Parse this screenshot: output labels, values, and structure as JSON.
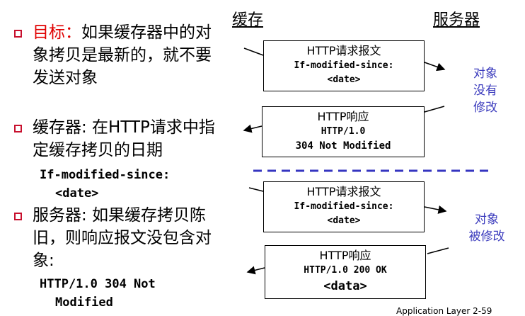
{
  "headers": {
    "cache": "缓存",
    "server": "服务器"
  },
  "bullet1": {
    "label": "目标：",
    "line1": "如果缓存器中的对",
    "line2": "象拷贝是最新的，就不要",
    "line3": "发送对象"
  },
  "bullet2": {
    "line1": "缓存器: 在HTTP请求中指",
    "line2": "定缓存拷贝的日期",
    "code1": "If-modified-since:",
    "code2": "<date>"
  },
  "bullet3": {
    "line1": "服务器: 如果缓存拷贝陈",
    "line2": "旧，则响应报文没包含对",
    "line3": "象:",
    "code1": "HTTP/1.0 304 Not",
    "code2": "Modified"
  },
  "box1": {
    "title": "HTTP请求报文",
    "line1": "If-modified-since:",
    "line2": "<date>"
  },
  "box2": {
    "title": "HTTP响应",
    "line1": "HTTP/1.0",
    "line2": "304 Not Modified"
  },
  "box3": {
    "title": "HTTP请求报文",
    "line1": "If-modified-since:",
    "line2": "<date>"
  },
  "box4": {
    "title": "HTTP响应",
    "line1": "HTTP/1.0 200 OK",
    "line2": "<data>"
  },
  "notes": {
    "not_modified": [
      "对象",
      "没有",
      "修改"
    ],
    "modified": [
      "对象",
      "被修改"
    ]
  },
  "footer": "Application Layer 2-59"
}
